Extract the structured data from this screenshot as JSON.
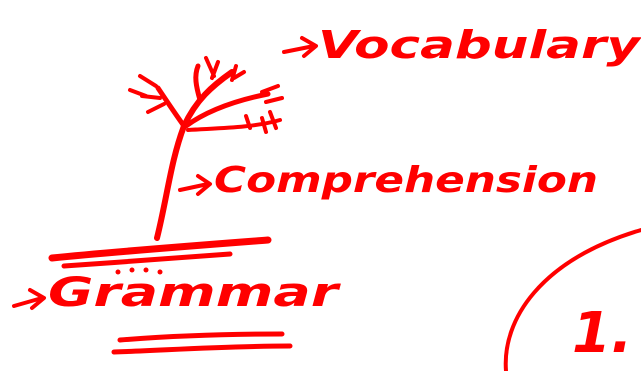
{
  "ink_color": "#ff0000",
  "labels": {
    "vocabulary": "Vocabulary",
    "comprehension": "Comprehension",
    "grammar": "Grammar",
    "partial_number": "1."
  },
  "icons": {
    "arrow": "arrow-right-icon"
  }
}
